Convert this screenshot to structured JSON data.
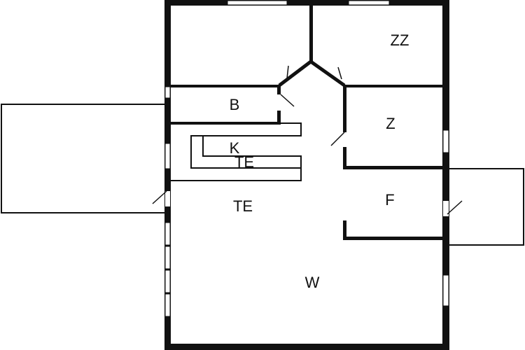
{
  "floorplan": {
    "rooms": {
      "zz": "ZZ",
      "b": "B",
      "z": "Z",
      "k": "K",
      "te_kitchen": "TE",
      "te_hall": "TE",
      "f": "F",
      "w": "W"
    },
    "colors": {
      "wall": "#111111",
      "background": "#ffffff"
    }
  }
}
